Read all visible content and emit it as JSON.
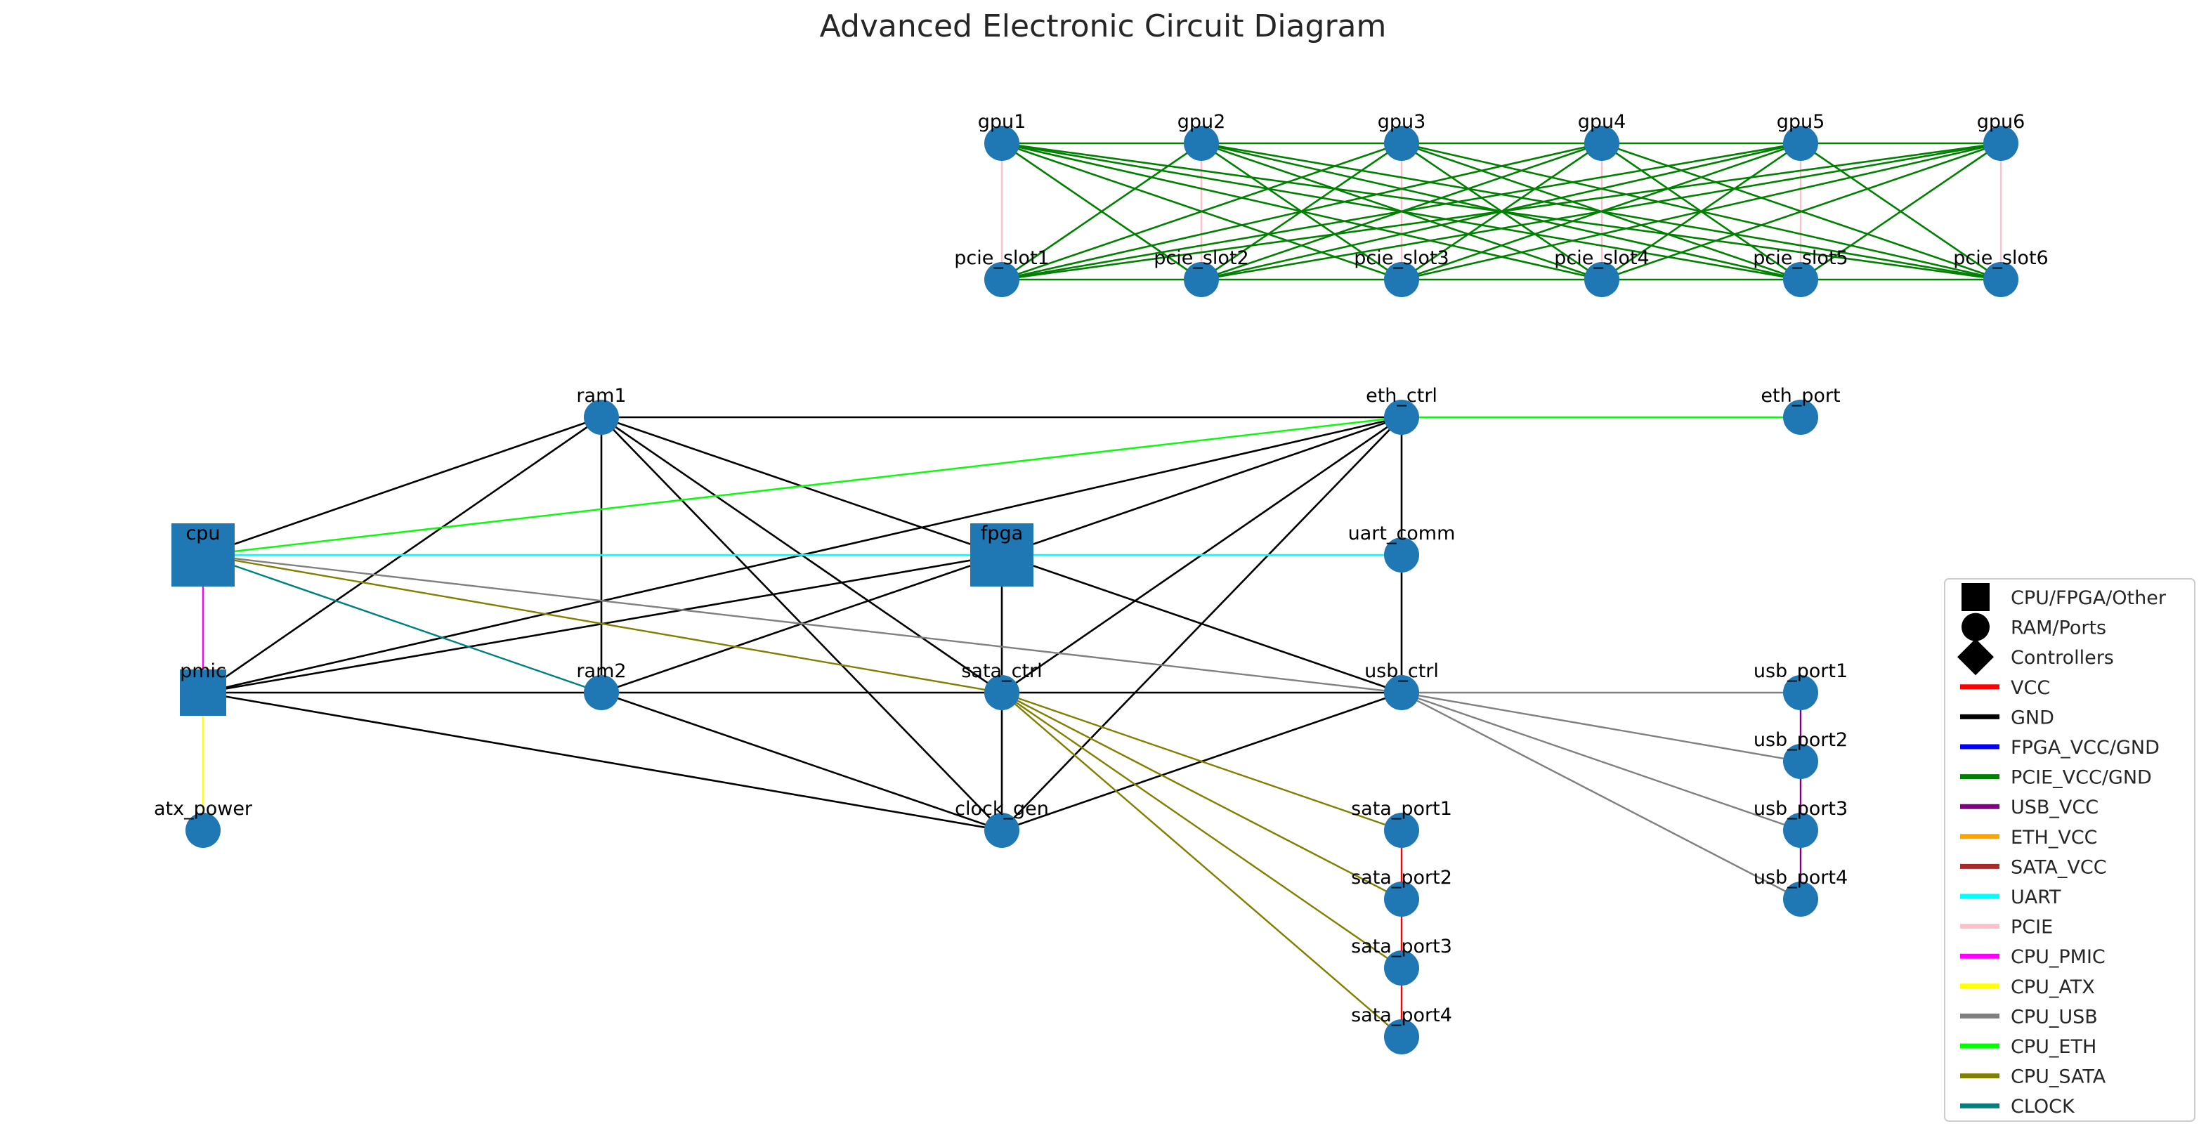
{
  "title": "Advanced Electronic Circuit Diagram",
  "node_color": "#1f77b4",
  "edge_colors": {
    "GND": "#000000",
    "PCIE_VCC/GND": "#008000",
    "PCIE": "#ffc0cb",
    "VCC": "#ff0000",
    "USB_VCC": "#800080",
    "UART": "#00ffff",
    "CPU_PMIC": "#ff00ff",
    "CPU_ATX": "#ffff00",
    "CPU_USB": "#808080",
    "CPU_ETH": "#00ff00",
    "CPU_SATA": "#808000",
    "CLOCK": "#008080"
  },
  "nodes": [
    {
      "id": "gpu1",
      "label": "gpu1",
      "shape": "circle"
    },
    {
      "id": "gpu2",
      "label": "gpu2",
      "shape": "circle"
    },
    {
      "id": "gpu3",
      "label": "gpu3",
      "shape": "circle"
    },
    {
      "id": "gpu4",
      "label": "gpu4",
      "shape": "circle"
    },
    {
      "id": "gpu5",
      "label": "gpu5",
      "shape": "circle"
    },
    {
      "id": "gpu6",
      "label": "gpu6",
      "shape": "circle"
    },
    {
      "id": "pcie_slot1",
      "label": "pcie_slot1",
      "shape": "circle"
    },
    {
      "id": "pcie_slot2",
      "label": "pcie_slot2",
      "shape": "circle"
    },
    {
      "id": "pcie_slot3",
      "label": "pcie_slot3",
      "shape": "circle"
    },
    {
      "id": "pcie_slot4",
      "label": "pcie_slot4",
      "shape": "circle"
    },
    {
      "id": "pcie_slot5",
      "label": "pcie_slot5",
      "shape": "circle"
    },
    {
      "id": "pcie_slot6",
      "label": "pcie_slot6",
      "shape": "circle"
    },
    {
      "id": "ram1",
      "label": "ram1",
      "shape": "circle"
    },
    {
      "id": "eth_ctrl",
      "label": "eth_ctrl",
      "shape": "circle"
    },
    {
      "id": "eth_port",
      "label": "eth_port",
      "shape": "circle"
    },
    {
      "id": "cpu",
      "label": "cpu",
      "shape": "square"
    },
    {
      "id": "fpga",
      "label": "fpga",
      "shape": "square"
    },
    {
      "id": "uart_comm",
      "label": "uart_comm",
      "shape": "circle"
    },
    {
      "id": "pmic",
      "label": "pmic",
      "shape": "square_small"
    },
    {
      "id": "ram2",
      "label": "ram2",
      "shape": "circle"
    },
    {
      "id": "sata_ctrl",
      "label": "sata_ctrl",
      "shape": "circle"
    },
    {
      "id": "usb_ctrl",
      "label": "usb_ctrl",
      "shape": "circle"
    },
    {
      "id": "usb_port1",
      "label": "usb_port1",
      "shape": "circle"
    },
    {
      "id": "usb_port2",
      "label": "usb_port2",
      "shape": "circle"
    },
    {
      "id": "usb_port3",
      "label": "usb_port3",
      "shape": "circle"
    },
    {
      "id": "usb_port4",
      "label": "usb_port4",
      "shape": "circle"
    },
    {
      "id": "atx_power",
      "label": "atx_power",
      "shape": "circle"
    },
    {
      "id": "clock_gen",
      "label": "clock_gen",
      "shape": "circle"
    },
    {
      "id": "sata_port1",
      "label": "sata_port1",
      "shape": "circle"
    },
    {
      "id": "sata_port2",
      "label": "sata_port2",
      "shape": "circle"
    },
    {
      "id": "sata_port3",
      "label": "sata_port3",
      "shape": "circle"
    },
    {
      "id": "sata_port4",
      "label": "sata_port4",
      "shape": "circle"
    }
  ],
  "edges": [
    {
      "from": "gpu1",
      "to": "pcie_slot1",
      "type": "PCIE"
    },
    {
      "from": "gpu2",
      "to": "pcie_slot2",
      "type": "PCIE"
    },
    {
      "from": "gpu3",
      "to": "pcie_slot3",
      "type": "PCIE"
    },
    {
      "from": "gpu4",
      "to": "pcie_slot4",
      "type": "PCIE"
    },
    {
      "from": "gpu5",
      "to": "pcie_slot5",
      "type": "PCIE"
    },
    {
      "from": "gpu6",
      "to": "pcie_slot6",
      "type": "PCIE"
    },
    {
      "from": "gpu1",
      "to": "gpu6",
      "type": "PCIE_VCC/GND"
    },
    {
      "from": "pcie_slot1",
      "to": "pcie_slot6",
      "type": "PCIE_VCC/GND"
    },
    {
      "from": "gpu1",
      "to": "pcie_slot2",
      "type": "PCIE_VCC/GND"
    },
    {
      "from": "gpu1",
      "to": "pcie_slot3",
      "type": "PCIE_VCC/GND"
    },
    {
      "from": "gpu1",
      "to": "pcie_slot4",
      "type": "PCIE_VCC/GND"
    },
    {
      "from": "gpu1",
      "to": "pcie_slot5",
      "type": "PCIE_VCC/GND"
    },
    {
      "from": "gpu1",
      "to": "pcie_slot6",
      "type": "PCIE_VCC/GND"
    },
    {
      "from": "gpu2",
      "to": "pcie_slot1",
      "type": "PCIE_VCC/GND"
    },
    {
      "from": "gpu2",
      "to": "pcie_slot3",
      "type": "PCIE_VCC/GND"
    },
    {
      "from": "gpu2",
      "to": "pcie_slot4",
      "type": "PCIE_VCC/GND"
    },
    {
      "from": "gpu2",
      "to": "pcie_slot5",
      "type": "PCIE_VCC/GND"
    },
    {
      "from": "gpu2",
      "to": "pcie_slot6",
      "type": "PCIE_VCC/GND"
    },
    {
      "from": "gpu3",
      "to": "pcie_slot1",
      "type": "PCIE_VCC/GND"
    },
    {
      "from": "gpu3",
      "to": "pcie_slot2",
      "type": "PCIE_VCC/GND"
    },
    {
      "from": "gpu3",
      "to": "pcie_slot4",
      "type": "PCIE_VCC/GND"
    },
    {
      "from": "gpu3",
      "to": "pcie_slot5",
      "type": "PCIE_VCC/GND"
    },
    {
      "from": "gpu3",
      "to": "pcie_slot6",
      "type": "PCIE_VCC/GND"
    },
    {
      "from": "gpu4",
      "to": "pcie_slot1",
      "type": "PCIE_VCC/GND"
    },
    {
      "from": "gpu4",
      "to": "pcie_slot2",
      "type": "PCIE_VCC/GND"
    },
    {
      "from": "gpu4",
      "to": "pcie_slot3",
      "type": "PCIE_VCC/GND"
    },
    {
      "from": "gpu4",
      "to": "pcie_slot5",
      "type": "PCIE_VCC/GND"
    },
    {
      "from": "gpu4",
      "to": "pcie_slot6",
      "type": "PCIE_VCC/GND"
    },
    {
      "from": "gpu5",
      "to": "pcie_slot1",
      "type": "PCIE_VCC/GND"
    },
    {
      "from": "gpu5",
      "to": "pcie_slot2",
      "type": "PCIE_VCC/GND"
    },
    {
      "from": "gpu5",
      "to": "pcie_slot3",
      "type": "PCIE_VCC/GND"
    },
    {
      "from": "gpu5",
      "to": "pcie_slot4",
      "type": "PCIE_VCC/GND"
    },
    {
      "from": "gpu5",
      "to": "pcie_slot6",
      "type": "PCIE_VCC/GND"
    },
    {
      "from": "gpu6",
      "to": "pcie_slot1",
      "type": "PCIE_VCC/GND"
    },
    {
      "from": "gpu6",
      "to": "pcie_slot2",
      "type": "PCIE_VCC/GND"
    },
    {
      "from": "gpu6",
      "to": "pcie_slot3",
      "type": "PCIE_VCC/GND"
    },
    {
      "from": "gpu6",
      "to": "pcie_slot4",
      "type": "PCIE_VCC/GND"
    },
    {
      "from": "gpu6",
      "to": "pcie_slot5",
      "type": "PCIE_VCC/GND"
    },
    {
      "from": "ram1",
      "to": "eth_ctrl",
      "type": "GND"
    },
    {
      "from": "ram1",
      "to": "cpu",
      "type": "GND"
    },
    {
      "from": "ram1",
      "to": "fpga",
      "type": "GND"
    },
    {
      "from": "ram1",
      "to": "pmic",
      "type": "GND"
    },
    {
      "from": "ram1",
      "to": "ram2",
      "type": "GND"
    },
    {
      "from": "ram1",
      "to": "sata_ctrl",
      "type": "GND"
    },
    {
      "from": "ram1",
      "to": "clock_gen",
      "type": "GND"
    },
    {
      "from": "eth_ctrl",
      "to": "fpga",
      "type": "GND"
    },
    {
      "from": "eth_ctrl",
      "to": "pmic",
      "type": "GND"
    },
    {
      "from": "eth_ctrl",
      "to": "uart_comm",
      "type": "GND"
    },
    {
      "from": "eth_ctrl",
      "to": "sata_ctrl",
      "type": "GND"
    },
    {
      "from": "eth_ctrl",
      "to": "clock_gen",
      "type": "GND"
    },
    {
      "from": "fpga",
      "to": "pmic",
      "type": "GND"
    },
    {
      "from": "fpga",
      "to": "ram2",
      "type": "GND"
    },
    {
      "from": "fpga",
      "to": "sata_ctrl",
      "type": "GND"
    },
    {
      "from": "fpga",
      "to": "usb_ctrl",
      "type": "GND"
    },
    {
      "from": "uart_comm",
      "to": "usb_ctrl",
      "type": "GND"
    },
    {
      "from": "pmic",
      "to": "ram2",
      "type": "GND"
    },
    {
      "from": "ram2",
      "to": "sata_ctrl",
      "type": "GND"
    },
    {
      "from": "sata_ctrl",
      "to": "usb_ctrl",
      "type": "GND"
    },
    {
      "from": "pmic",
      "to": "clock_gen",
      "type": "GND"
    },
    {
      "from": "ram2",
      "to": "clock_gen",
      "type": "GND"
    },
    {
      "from": "sata_ctrl",
      "to": "clock_gen",
      "type": "GND"
    },
    {
      "from": "usb_ctrl",
      "to": "clock_gen",
      "type": "GND"
    },
    {
      "from": "eth_ctrl",
      "to": "eth_port",
      "type": "CPU_ETH"
    },
    {
      "from": "cpu",
      "to": "eth_ctrl",
      "type": "CPU_ETH"
    },
    {
      "from": "cpu",
      "to": "uart_comm",
      "type": "UART"
    },
    {
      "from": "cpu",
      "to": "pmic",
      "type": "CPU_PMIC"
    },
    {
      "from": "pmic",
      "to": "atx_power",
      "type": "CPU_ATX"
    },
    {
      "from": "cpu",
      "to": "ram2",
      "type": "CLOCK"
    },
    {
      "from": "cpu",
      "to": "usb_ctrl",
      "type": "CPU_USB"
    },
    {
      "from": "cpu",
      "to": "sata_ctrl",
      "type": "CPU_SATA"
    },
    {
      "from": "usb_ctrl",
      "to": "usb_port1",
      "type": "CPU_USB"
    },
    {
      "from": "usb_ctrl",
      "to": "usb_port2",
      "type": "CPU_USB"
    },
    {
      "from": "usb_ctrl",
      "to": "usb_port3",
      "type": "CPU_USB"
    },
    {
      "from": "usb_ctrl",
      "to": "usb_port4",
      "type": "CPU_USB"
    },
    {
      "from": "sata_ctrl",
      "to": "sata_port1",
      "type": "CPU_SATA"
    },
    {
      "from": "sata_ctrl",
      "to": "sata_port2",
      "type": "CPU_SATA"
    },
    {
      "from": "sata_ctrl",
      "to": "sata_port3",
      "type": "CPU_SATA"
    },
    {
      "from": "sata_ctrl",
      "to": "sata_port4",
      "type": "CPU_SATA"
    },
    {
      "from": "sata_port1",
      "to": "sata_port2",
      "type": "VCC"
    },
    {
      "from": "sata_port2",
      "to": "sata_port3",
      "type": "VCC"
    },
    {
      "from": "sata_port3",
      "to": "sata_port4",
      "type": "VCC"
    },
    {
      "from": "usb_port1",
      "to": "usb_port2",
      "type": "USB_VCC"
    },
    {
      "from": "usb_port2",
      "to": "usb_port3",
      "type": "USB_VCC"
    },
    {
      "from": "usb_port3",
      "to": "usb_port4",
      "type": "USB_VCC"
    }
  ],
  "legend": {
    "shape_entries": [
      {
        "label": "CPU/FPGA/Other",
        "marker": "square"
      },
      {
        "label": "RAM/Ports",
        "marker": "circle"
      },
      {
        "label": "Controllers",
        "marker": "diamond"
      }
    ],
    "line_entries": [
      {
        "label": "VCC",
        "color": "#ff0000"
      },
      {
        "label": "GND",
        "color": "#000000"
      },
      {
        "label": "FPGA_VCC/GND",
        "color": "#0000ff"
      },
      {
        "label": "PCIE_VCC/GND",
        "color": "#008000"
      },
      {
        "label": "USB_VCC",
        "color": "#800080"
      },
      {
        "label": "ETH_VCC",
        "color": "#ffa500"
      },
      {
        "label": "SATA_VCC",
        "color": "#a52a2a"
      },
      {
        "label": "UART",
        "color": "#00ffff"
      },
      {
        "label": "PCIE",
        "color": "#ffc0cb"
      },
      {
        "label": "CPU_PMIC",
        "color": "#ff00ff"
      },
      {
        "label": "CPU_ATX",
        "color": "#ffff00"
      },
      {
        "label": "CPU_USB",
        "color": "#808080"
      },
      {
        "label": "CPU_ETH",
        "color": "#00ff00"
      },
      {
        "label": "CPU_SATA",
        "color": "#808000"
      },
      {
        "label": "CLOCK",
        "color": "#008080"
      }
    ]
  }
}
